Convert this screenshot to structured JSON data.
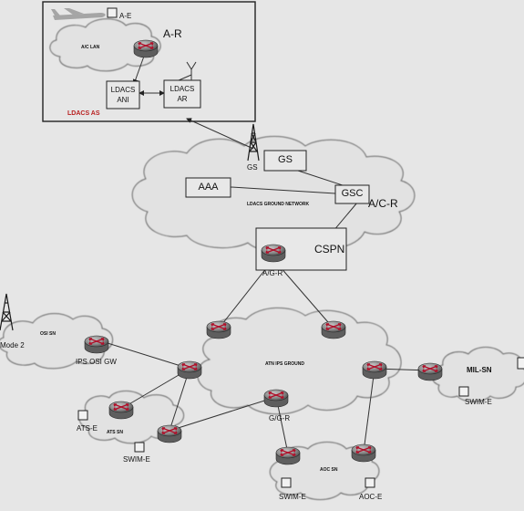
{
  "labels": {
    "ae": "A-E",
    "ar_top": "A-R",
    "ac_lan": "A/C LAN",
    "ldacs_ani": [
      "LDACS",
      "ANI"
    ],
    "ldacs_ar": [
      "LDACS",
      "AR"
    ],
    "ldacs_as": "LDACS AS",
    "gs_small": "GS",
    "gs_box": "GS",
    "aaa": "AAA",
    "gsc": "GSC",
    "ldacs_ground_network": "LDACS GROUND NETWORK",
    "ac_r": "A/C-R",
    "cspn": "CSPN",
    "ag_r": "A/G-R",
    "osi_sn": "OSI SN",
    "mode2": "Mode 2",
    "ips_osi_gw": "IPS OSI GW",
    "atn_ips_ground": "ATN IPS GROUND",
    "mil_sn": "MIL-SN",
    "swim_e_right": "SWIM-E",
    "ats_e": "ATS-E",
    "ats_sn": "ATS SN",
    "swim_e_left": "SWIM-E",
    "gg_r": "G/G-R",
    "aoc_sn": "AOC SN",
    "swim_e_bottom": "SWIM-E",
    "aoc_e": "AOC-E"
  },
  "colors": {
    "background": "#e6e6e6",
    "line": "#333333",
    "router_body": "#8a8a8a",
    "router_arrow": "#b0102a",
    "as_label": "#b81e1e"
  },
  "icons": [
    "aircraft-icon",
    "antenna-icon",
    "tower-icon",
    "router-icon"
  ]
}
